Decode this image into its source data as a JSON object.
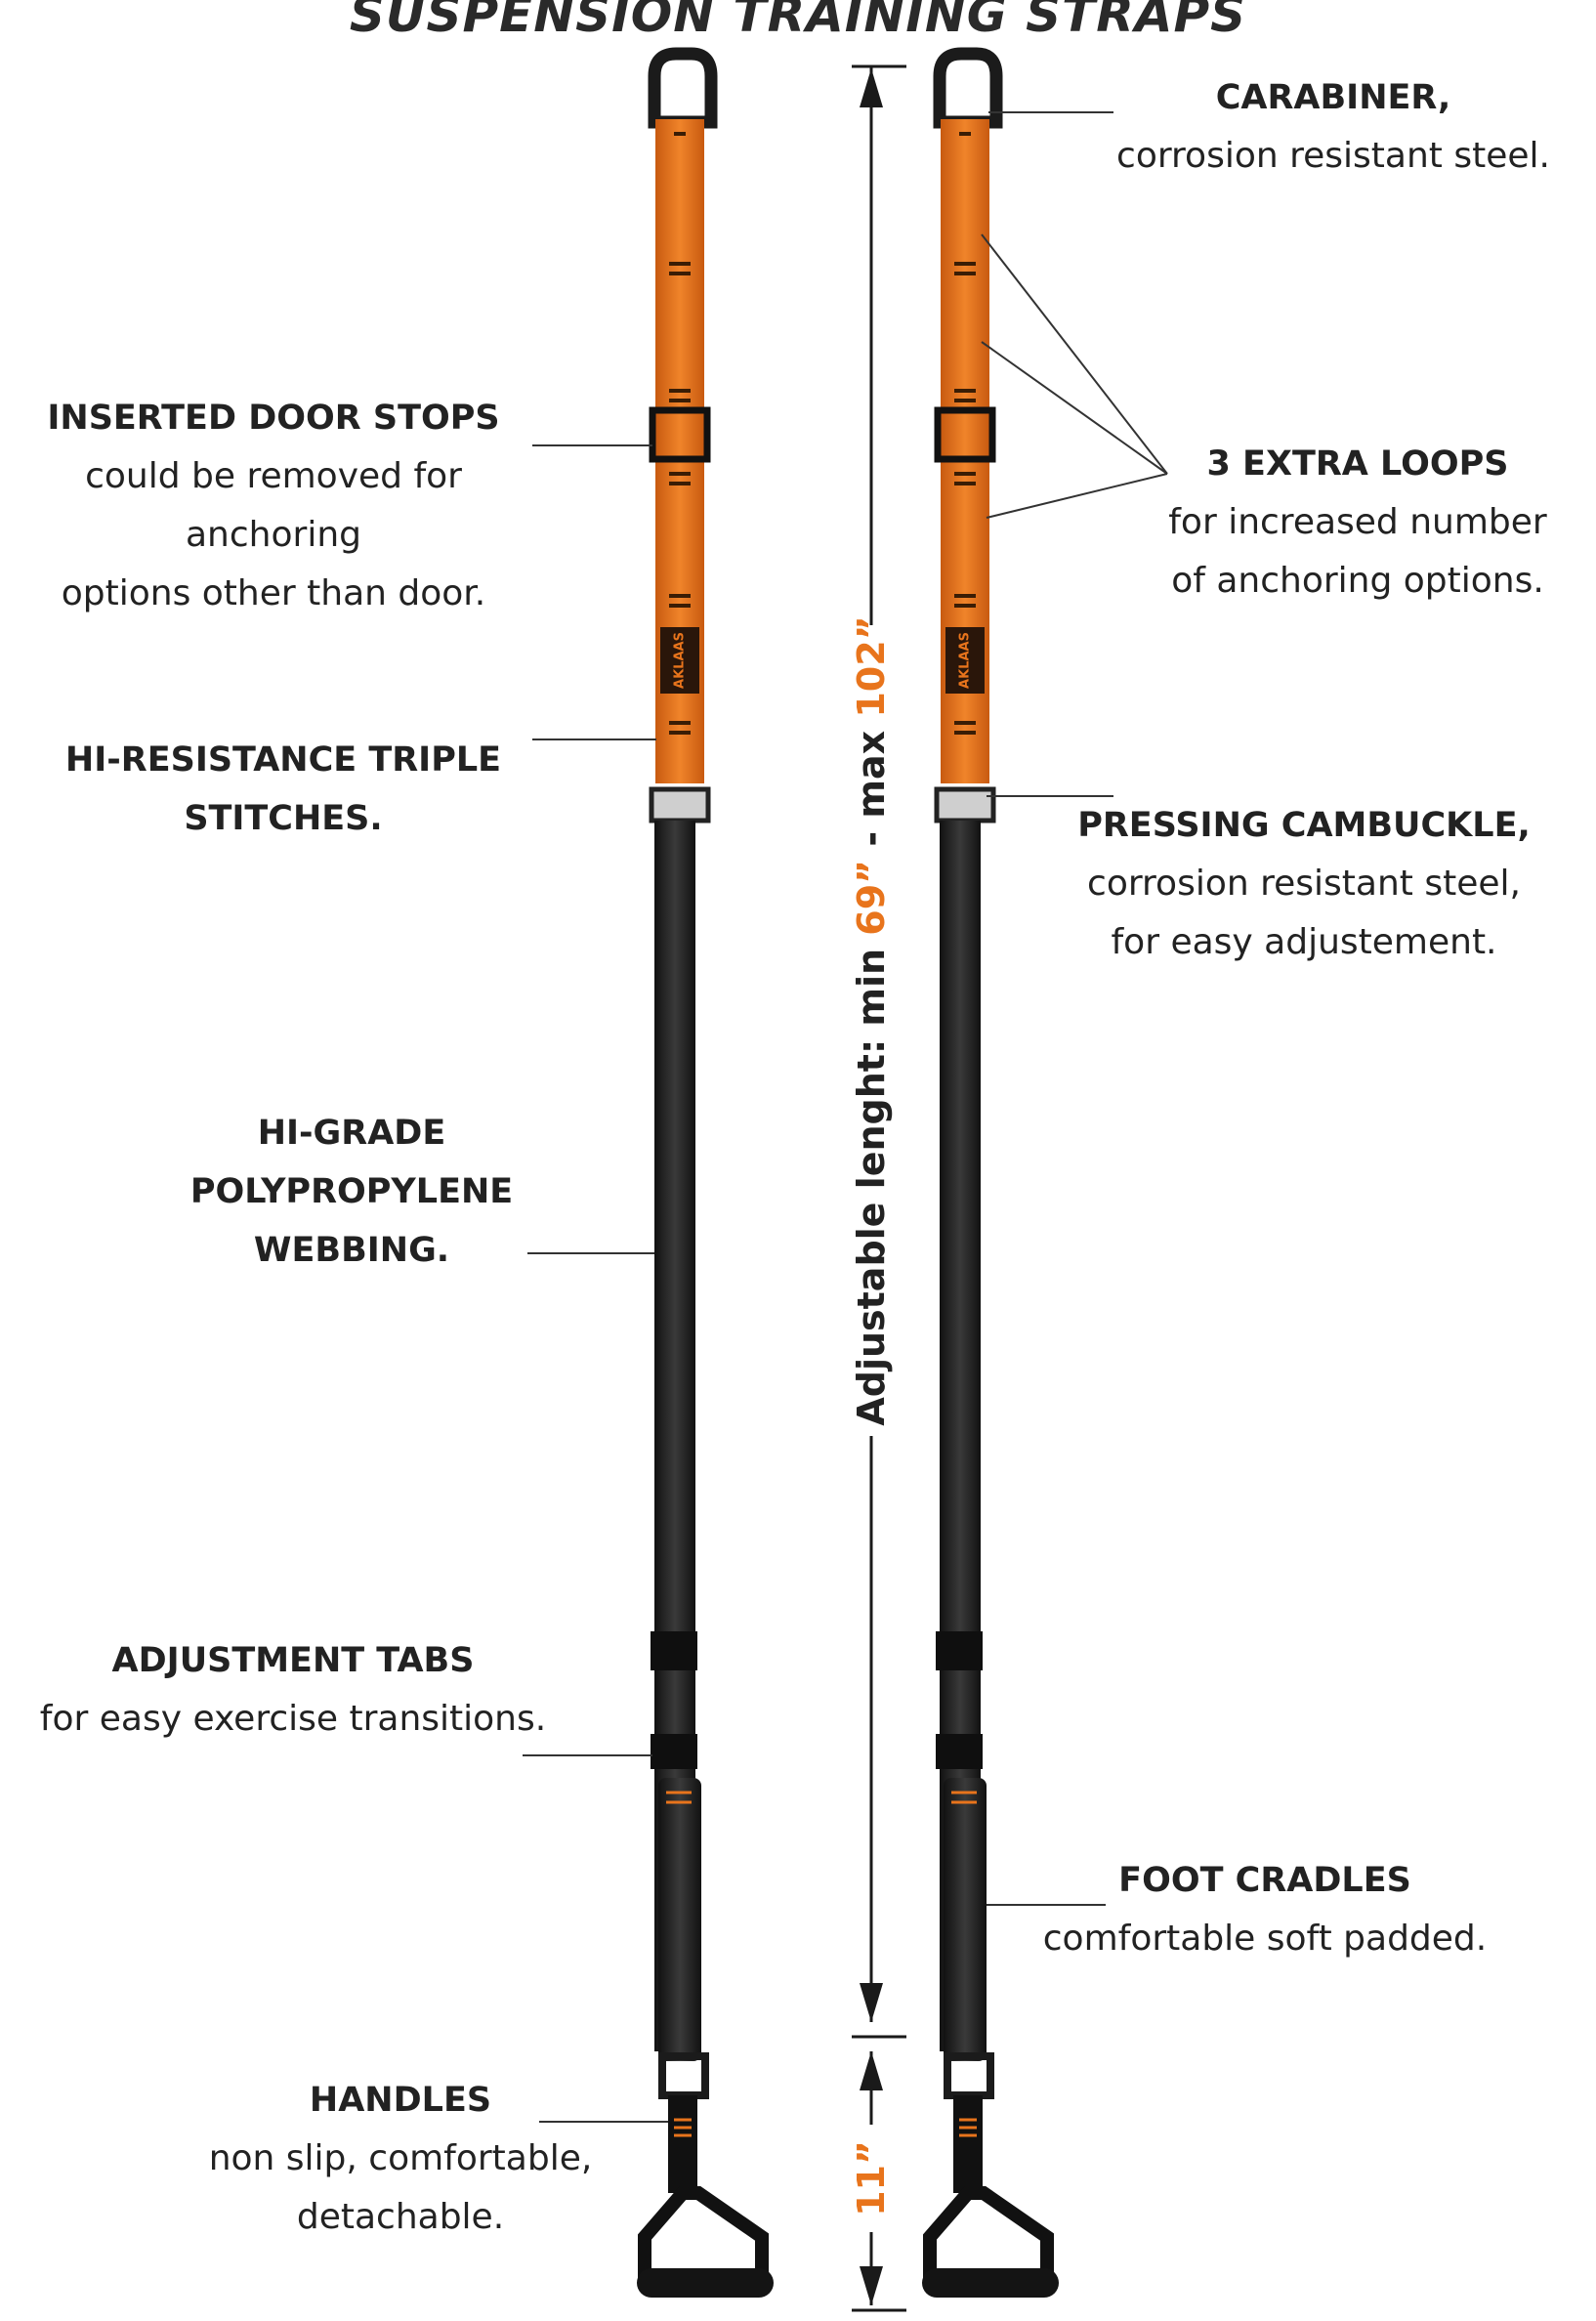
{
  "title": "SUSPENSION TRAINING STRAPS",
  "colors": {
    "orange": "#e8741c",
    "webbing": "#1f1f1f",
    "text": "#222222"
  },
  "labels": {
    "carabiner": {
      "heading": "CARABINER,",
      "sub": [
        "corrosion resistant steel."
      ]
    },
    "door_stops": {
      "heading": "INSERTED DOOR STOPS",
      "sub": [
        "could be removed for anchoring",
        "options other than door."
      ]
    },
    "extra_loops": {
      "heading": "3 EXTRA LOOPS",
      "sub": [
        "for increased number",
        "of anchoring options."
      ]
    },
    "stitches": {
      "heading": "HI-RESISTANCE TRIPLE",
      "heading2": "STITCHES."
    },
    "cambuckle": {
      "heading": "PRESSING CAMBUCKLE,",
      "sub": [
        "corrosion resistant steel,",
        "for easy adjustement."
      ]
    },
    "webbing": {
      "heading": "HI-GRADE",
      "heading2": "POLYPROPYLENE",
      "heading3": "WEBBING."
    },
    "tabs": {
      "heading": "ADJUSTMENT TABS",
      "sub": [
        "for easy exercise transitions."
      ]
    },
    "cradles": {
      "heading": "FOOT CRADLES",
      "sub": [
        "comfortable soft padded."
      ]
    },
    "handles": {
      "heading": "HANDLES",
      "sub": [
        "non slip, comfortable,",
        "detachable."
      ]
    }
  },
  "dimension": {
    "prefix": "Adjustable lenght: min ",
    "min": "69”",
    "mid": " - max ",
    "max": "102”",
    "handle_len": "11”"
  },
  "brand": "AKLAAS"
}
